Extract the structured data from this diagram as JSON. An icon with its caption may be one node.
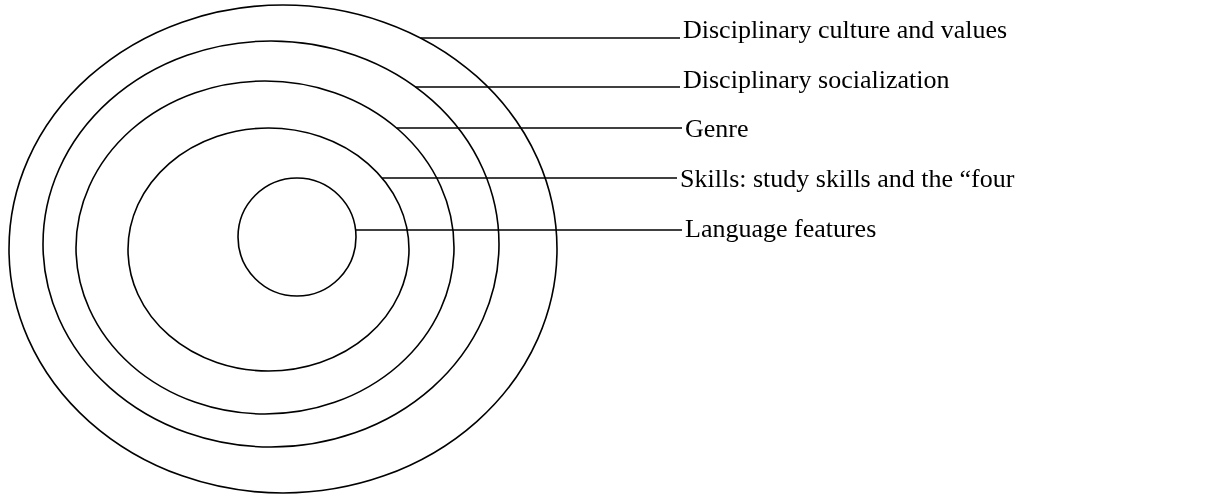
{
  "diagram": {
    "nodes": [
      {
        "text": [],
        "shape": "ellipse"
      },
      {
        "text": [],
        "shape": "ellipse",
        "in": 0
      },
      {
        "text": [],
        "shape": "ellipse",
        "in": 1
      },
      {
        "text": [],
        "shape": "ellipse",
        "in": 2
      },
      {
        "text": [],
        "shape": "circle",
        "in": 3
      },
      {
        "text": [
          "Disciplinary culture and values"
        ]
      },
      {
        "text": [
          "Disciplinary socialization"
        ]
      },
      {
        "text": [
          "Genre"
        ]
      },
      {
        "text": [
          "Skills: study skills and the “four"
        ]
      },
      {
        "text": [
          "Language features"
        ]
      }
    ],
    "edges": [
      {
        "from": 5,
        "to": 0,
        "arrow": "none"
      },
      {
        "from": 6,
        "to": 1,
        "arrow": "none"
      },
      {
        "from": 7,
        "to": 2,
        "arrow": "none"
      },
      {
        "from": 8,
        "to": 3,
        "arrow": "none"
      },
      {
        "from": 9,
        "to": 4,
        "arrow": "none"
      }
    ]
  }
}
